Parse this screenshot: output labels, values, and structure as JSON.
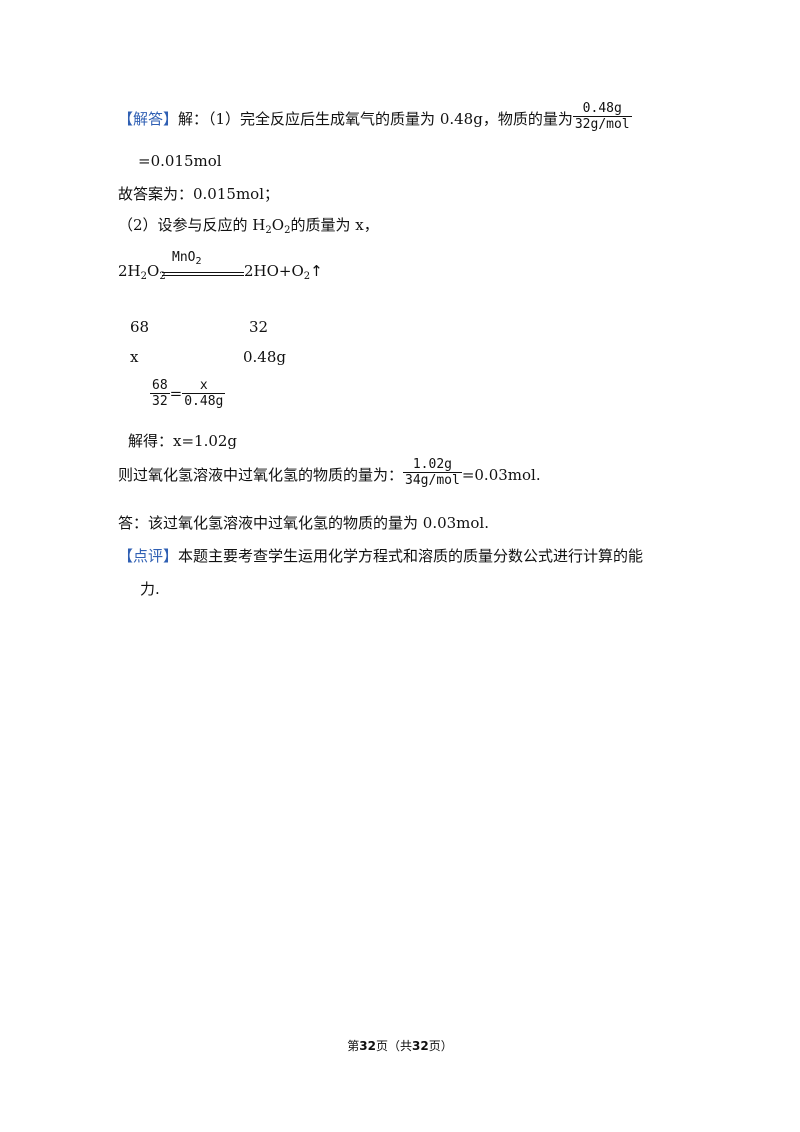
{
  "answer": {
    "tag": "【解答】",
    "p1_prefix": "解：（1）完全反应后生成氧气的质量为 0.48g，物质的量为",
    "p1_frac_num": "0.48g",
    "p1_frac_den": "32g/mol",
    "p1_result": "=0.015mol",
    "p2": "故答案为：0.015mol；",
    "p3_prefix": "（2）设参与反应的 H",
    "p3_suffix": "的质量为 x，",
    "catalyst": "MnO",
    "equation_left": "2H",
    "equation_right": "2H",
    "mass_68": "68",
    "mass_32": "32",
    "var_x": "x",
    "mass_048": "0.48g",
    "ratio_n1": "68",
    "ratio_d1": "32",
    "ratio_n2": "x",
    "ratio_d2": "0.48g",
    "solve": "解得：x=1.02g",
    "p_moles_prefix": "则过氧化氢溶液中过氧化氢的物质的量为：",
    "p_moles_num": "1.02g",
    "p_moles_den": "34g/mol",
    "p_moles_result": "=0.03mol.",
    "final_answer": "答：该过氧化氢溶液中过氧化氢的物质的量为 0.03mol."
  },
  "comment": {
    "tag": "【点评】",
    "line1": "本题主要考查学生运用化学方程式和溶质的质量分数公式进行计算的能",
    "line2": "力."
  },
  "footer": {
    "page_label_pre": "第",
    "page_num": "32",
    "page_label_mid": "页（共",
    "total": "32",
    "page_label_post": "页）"
  }
}
